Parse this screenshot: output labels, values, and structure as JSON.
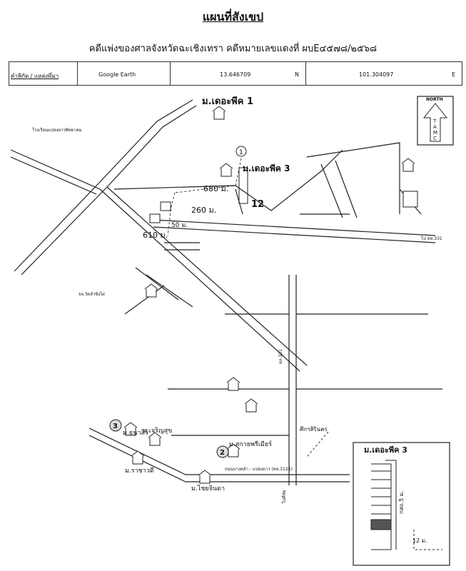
{
  "title": "แผนที่สังเขป",
  "subtitle": "คดีแพ่งของศาลจังหวัดฉะเชิงเทรา  คดีหมายเลขแดงที่  ผบE๔๕๗๘/๒๕๖๘",
  "coords": {
    "label": "คำพิกัด / แหล่งที่มา",
    "source": "Google Earth",
    "lat": "13.646709",
    "lat_unit": "N",
    "lon": "101.304097",
    "lon_unit": "E"
  },
  "north_arrow": {
    "word": "NORTH",
    "letters": [
      "T",
      "A",
      "M",
      "C"
    ]
  },
  "places": {
    "m_the_peak_1": "ม.เดอะพีค 1",
    "m_the_peak_3": "ม.เดอะพีค 3",
    "m_thanasiri": "ม.ธนาสิริ",
    "m_charoensuk": "ม.เจริญสุข",
    "m_sakaepriemier": "ม.สกายพรีเมียร์",
    "m_ratchawadi": "ม.ราชาวดี",
    "m_chaijinda": "ม.ไชยจินดา",
    "srinakorn": "ศึกฯสิรินคร",
    "road_bottom": "ถนนบางคล้า - แปลงยาว (ทล.3121)",
    "road_vertical": "ทล.331",
    "road_vertical_bottom": "ไปคีชัย",
    "road_right": "ไป ทล.331",
    "dist_680": "680 ม.",
    "dist_260": "260 ม.",
    "dist_610": "610 ม.",
    "dist_50": "50 ม.",
    "dist_12": "12",
    "temple_left": "จจ.วัดลำขิงไผ่",
    "school_left": "โรงเรียนแปลงยาวพิทยาคม",
    "inset_title": "ม.เดอะพีค 3",
    "inset_road": "กสถ.5 ม.",
    "inset_12": "12 ม."
  },
  "markers": [
    "1",
    "2",
    "3"
  ]
}
